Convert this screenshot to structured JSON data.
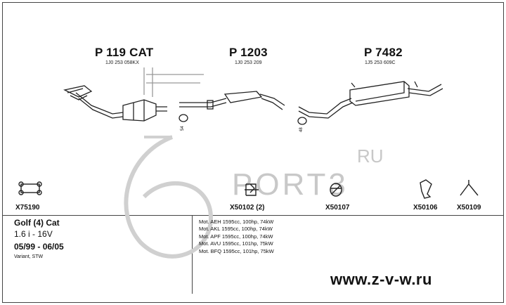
{
  "parts": [
    {
      "code": "P 119 CAT",
      "oem": "1J0 253 058KX"
    },
    {
      "code": "P 1203",
      "oem": "1J0 253 209"
    },
    {
      "code": "P 7482",
      "oem": "1J5 253 609C"
    }
  ],
  "clamp_labels": [
    "54",
    "48"
  ],
  "accessories": [
    "X75190",
    "X50102 (2)",
    "X50107",
    "X50106",
    "X50109"
  ],
  "vehicle": {
    "name": "Golf (4) Cat",
    "spec": "1.6 i - 16V",
    "years": "05/99 - 06/05",
    "body": "Variant, STW"
  },
  "engines": [
    "Mot. AEH 1595cc, 100hp, 74kW",
    "Mot. AKL 1595cc, 100hp, 74kW",
    "Mot. APF 1595cc, 100hp, 74kW",
    "Mot. AVU 1595cc, 101hp, 75kW",
    "Mot. BFQ 1595cc, 101hp, 75kW"
  ],
  "watermark": {
    "ru": "RU",
    "brand": "PORT3"
  },
  "url": "www.z-v-w.ru"
}
